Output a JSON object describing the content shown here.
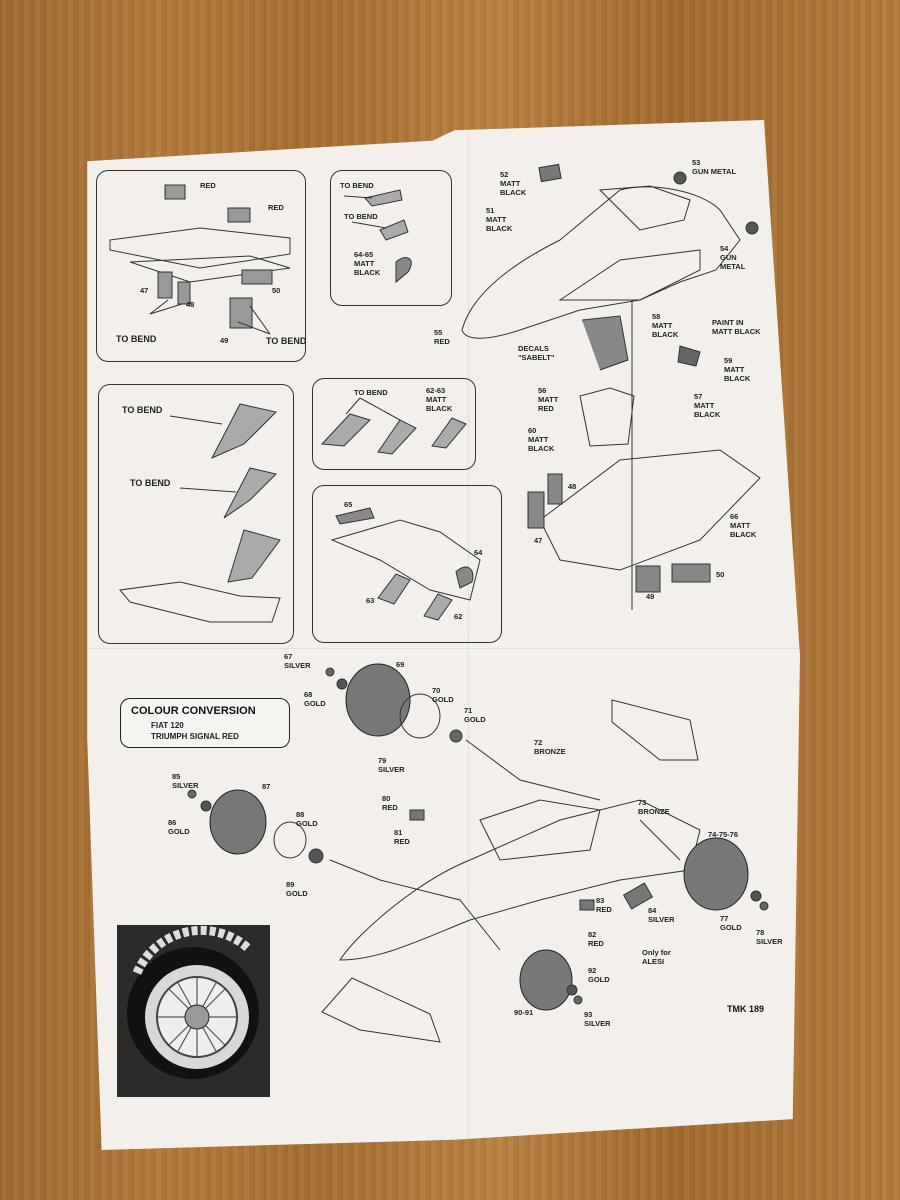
{
  "panels": {
    "top_left": {
      "red_a": "RED",
      "red_b": "RED",
      "p47": "47",
      "p48": "48",
      "p50": "50",
      "p49": "49",
      "bend_a": "TO BEND",
      "bend_b": "TO BEND"
    },
    "top_mid": {
      "bend_a": "TO BEND",
      "bend_b": "TO BEND",
      "p6465": "64-65\nMATT\nBLACK"
    },
    "mid_left": {
      "bend_a": "TO BEND",
      "bend_b": "TO BEND"
    },
    "mid_mid": {
      "bend": "TO BEND",
      "p6263": "62-63\nMATT\nBLACK"
    },
    "low_mid": {
      "p65": "65",
      "p64": "64",
      "p63": "63",
      "p62": "62"
    }
  },
  "chassis": {
    "p52": "52\nMATT\nBLACK",
    "p53": "53\nGUN METAL",
    "p51": "51\nMATT\nBLACK",
    "p54": "54\nGUN\nMETAL",
    "p58": "58\nMATT\nBLACK",
    "paint": "PAINT IN\nMATT BLACK",
    "p55": "55\nRED",
    "decals": "DECALS\n\"SABELT\"",
    "p59": "59\nMATT\nBLACK",
    "p56": "56\nMATT\nRED",
    "p57": "57\nMATT\nBLACK",
    "p60": "60\nMATT\nBLACK",
    "p48": "48",
    "p66": "66\nMATT\nBLACK",
    "p47": "47",
    "p50": "50",
    "p49": "49"
  },
  "assembly": {
    "p67": "67\nSILVER",
    "p69": "69",
    "p68": "68\nGOLD",
    "p70": "70\nGOLD",
    "p71": "71\nGOLD",
    "p72": "72\nBRONZE",
    "p79": "79\nSILVER",
    "p85": "85\nSILVER",
    "p87": "87",
    "p80": "80\nRED",
    "p73": "73\nBRONZE",
    "p86": "86\nGOLD",
    "p88": "88\nGOLD",
    "p81": "81\nRED",
    "p747576": "74-75-76",
    "p89": "89\nGOLD",
    "p83": "83\nRED",
    "p84": "84\nSILVER",
    "p77": "77\nGOLD",
    "p78": "78\nSILVER",
    "p82": "82\nRED",
    "alesi": "Only for\nALESI",
    "p92": "92\nGOLD",
    "p9091": "90-91",
    "p93": "93\nSILVER"
  },
  "colour_conversion": {
    "title": "COLOUR CONVERSION",
    "line1": "FIAT 120",
    "line2": "TRIUMPH SIGNAL RED"
  },
  "kit_code": "TMK 189"
}
